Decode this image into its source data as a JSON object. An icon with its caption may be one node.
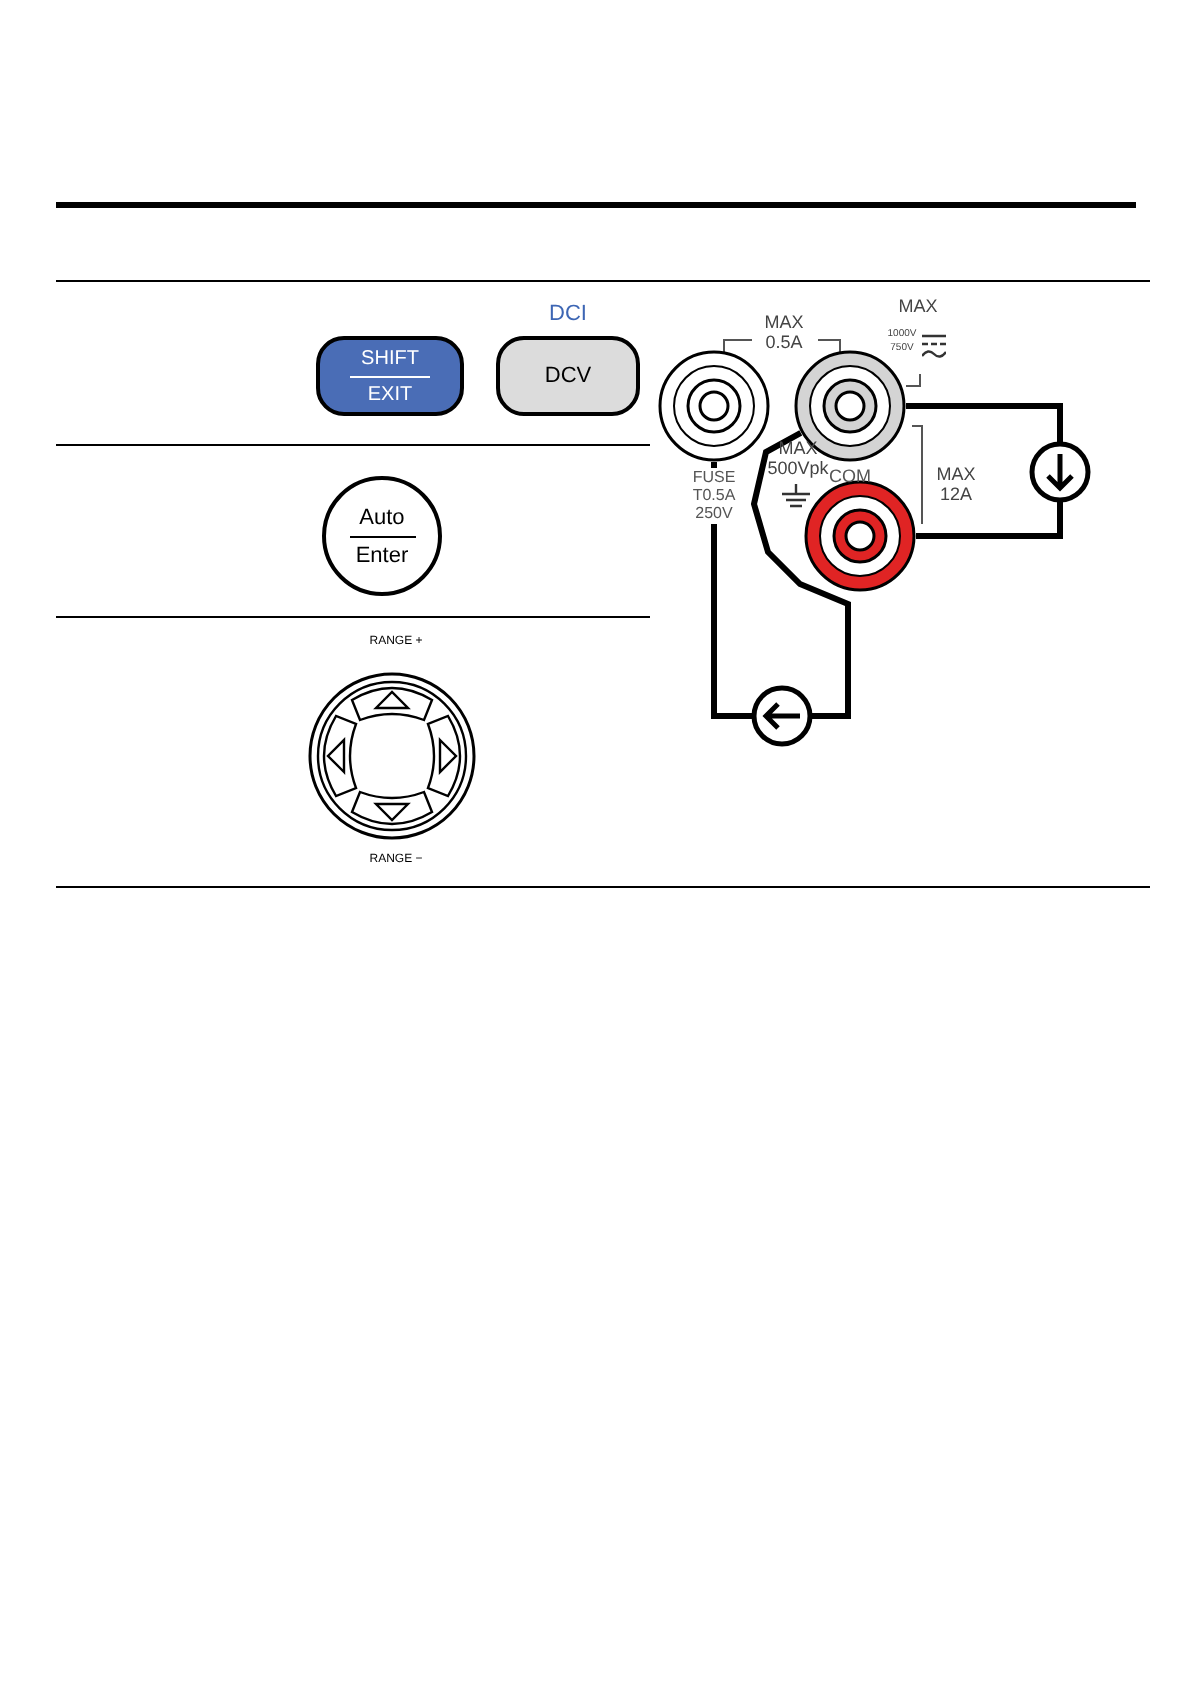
{
  "diagram": {
    "nodes": [
      {
        "text": [
          "SHIFT",
          "EXIT"
        ]
      },
      {
        "text": [
          "DCV"
        ],
        "beside": [
          "DCI"
        ]
      },
      {
        "text": [],
        "shape": "circle",
        "beside": [
          "FUSE T0.5A 250V"
        ]
      },
      {
        "text": [],
        "shape": "circle",
        "beside": [
          "COM"
        ]
      },
      {
        "text": [],
        "shape": "circle"
      },
      {
        "text": [],
        "shape": "circle"
      },
      {
        "text": [
          "Auto",
          "Enter"
        ]
      },
      {
        "text": [],
        "shape": "circle"
      },
      {
        "text": [],
        "shape": "circle"
      }
    ],
    "edges": [
      {
        "from": 3,
        "to": 4,
        "arrow": "none"
      },
      {
        "from": 4,
        "to": 5,
        "arrow": "none"
      },
      {
        "from": 2,
        "to": 8,
        "arrow": "none"
      },
      {
        "from": 8,
        "to": 3,
        "arrow": "none"
      }
    ],
    "labels": [
      "MAX 0.5A",
      "MAX",
      "1000V",
      "750V",
      "MAX 500Vpk",
      "MAX 12A",
      "RANGE +",
      "RANGE −"
    ]
  }
}
